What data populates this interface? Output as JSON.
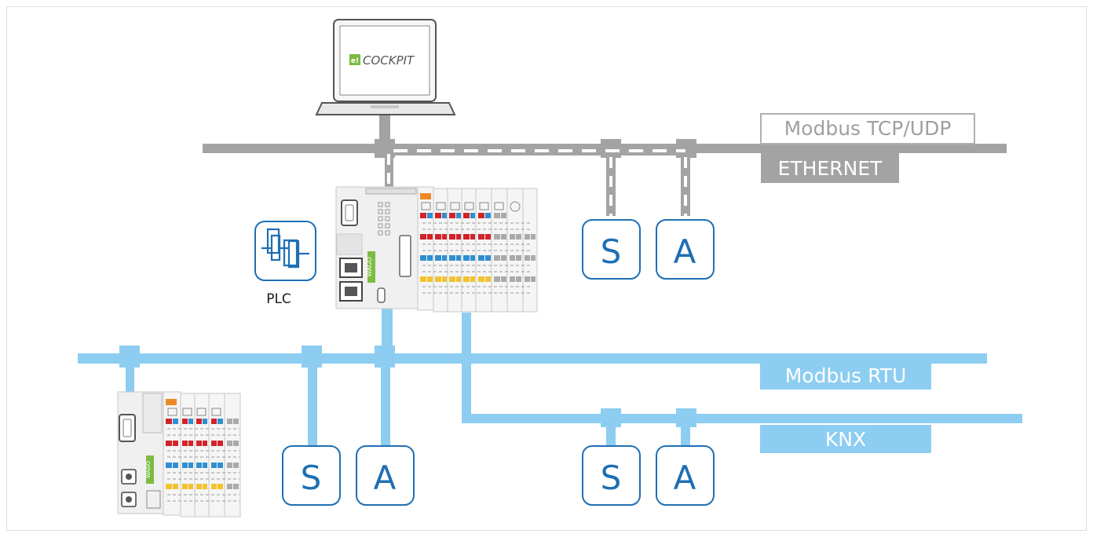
{
  "software": {
    "logo_mark": "e!",
    "name": "COCKPIT"
  },
  "buses": {
    "ethernet": {
      "protocol_label": "Modbus TCP/UDP",
      "medium_label": "ETHERNET",
      "color": "#a3a3a3"
    },
    "modbus_rtu": {
      "label": "Modbus RTU",
      "color": "#8dcdf1"
    },
    "knx": {
      "label": "KNX",
      "color": "#8dcdf1"
    }
  },
  "devices": {
    "plc_label": "PLC",
    "brand_vertical": "WAGO",
    "sensor_symbol": "S",
    "actuator_symbol": "A"
  },
  "colors": {
    "accent_blue": "#1e6fb4",
    "io_red": "#d2232a",
    "io_blue": "#2f8fd0",
    "io_yellow": "#f2c230",
    "io_orange": "#ec8a2a",
    "brand_green": "#7dbb42"
  }
}
